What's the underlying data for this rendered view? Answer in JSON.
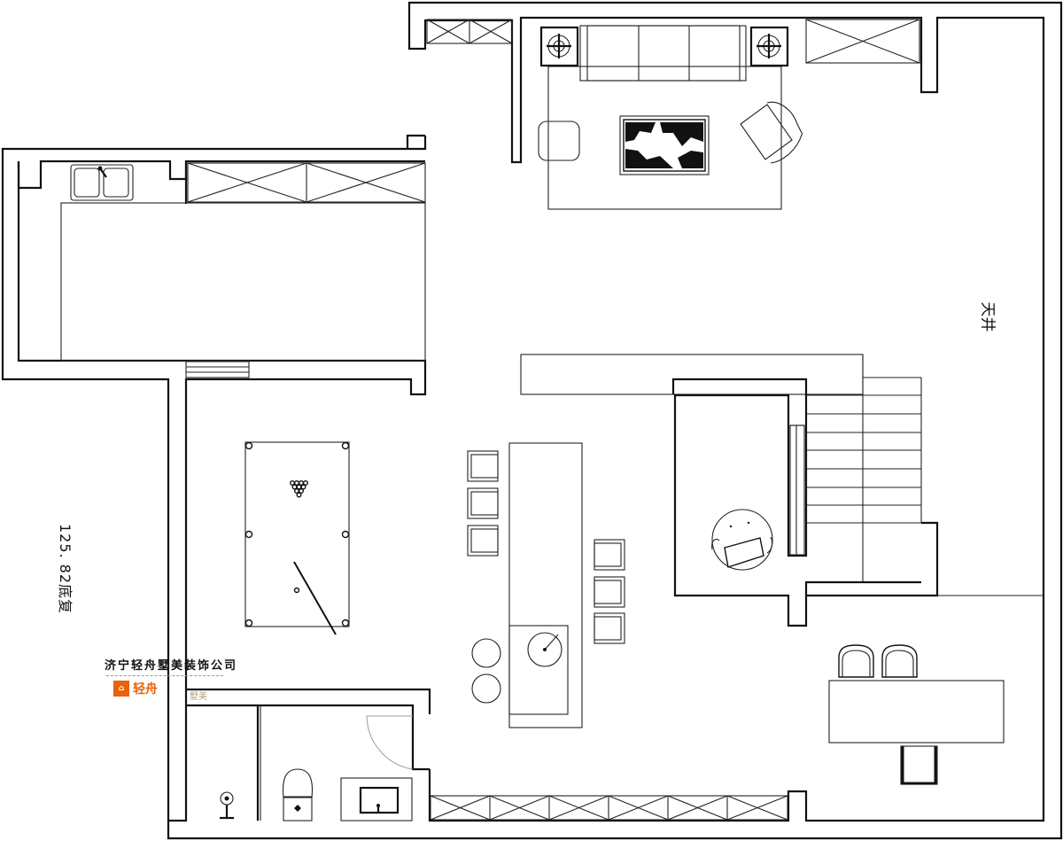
{
  "labels": {
    "courtyard": "天井",
    "area": "125. 82底复"
  },
  "company": {
    "name": "济宁轻舟墅美装饰公司",
    "brand": "轻舟",
    "brand_sub": "墅美",
    "logo_icon": "house-logo-icon"
  },
  "colors": {
    "wall": "#111111",
    "brand_orange": "#e8620a",
    "brand_gold": "#b7a07a"
  }
}
